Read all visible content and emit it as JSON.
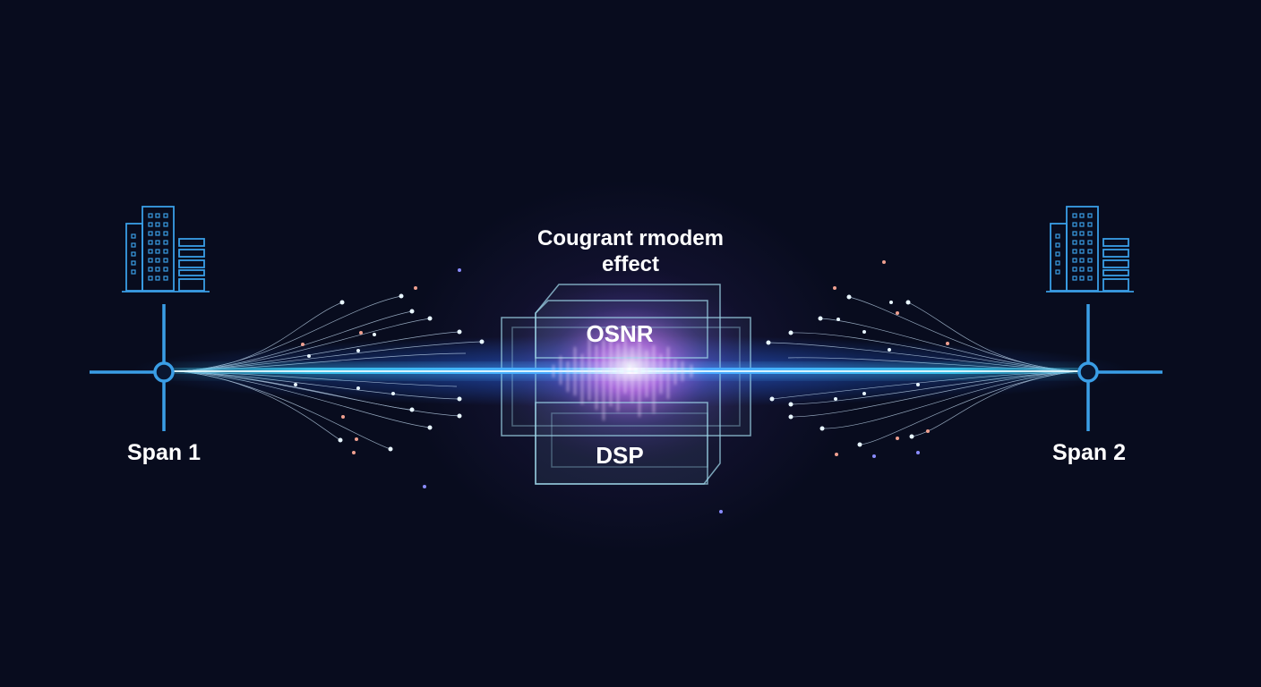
{
  "title": {
    "line1": "Cougrant rmodem",
    "line2": "effect"
  },
  "central_panel": {
    "top_label": "OSNR",
    "bottom_label": "DSP"
  },
  "nodes": [
    {
      "label": "Span 1",
      "icon": "building-icon"
    },
    {
      "label": "Span 2",
      "icon": "building-icon"
    }
  ],
  "colors": {
    "background": "#080c1e",
    "node_blue": "#3a9ee6",
    "beam_cyan": "#3fd8ff",
    "beam_blue": "#2a6cff",
    "glow_magenta": "#e060ff",
    "panel_outline": "#9fd6e8",
    "text": "#ffffff"
  }
}
